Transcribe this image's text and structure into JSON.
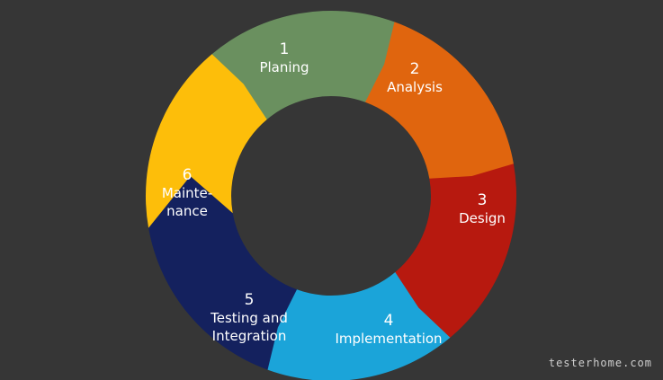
{
  "diagram": {
    "stages": [
      {
        "number": "1",
        "label_lines": [
          "Planing"
        ],
        "color": "#6A905F"
      },
      {
        "number": "2",
        "label_lines": [
          "Analysis"
        ],
        "color": "#E0650E"
      },
      {
        "number": "3",
        "label_lines": [
          "Design"
        ],
        "color": "#B7190F"
      },
      {
        "number": "4",
        "label_lines": [
          "Implementation"
        ],
        "color": "#1BA4D9"
      },
      {
        "number": "5",
        "label_lines": [
          "Testing and",
          "Integration"
        ],
        "color": "#14215E"
      },
      {
        "number": "6",
        "label_lines": [
          "Mainte-",
          "nance"
        ],
        "color": "#FDBE0A"
      }
    ]
  },
  "watermark": "testerhome.com",
  "colors": {
    "background": "#363636",
    "text": "#ffffff"
  }
}
